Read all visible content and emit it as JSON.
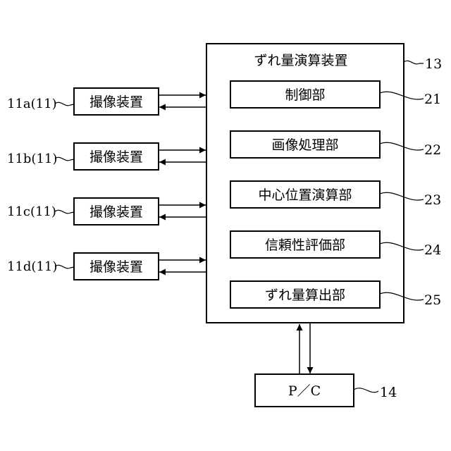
{
  "main_unit": {
    "title": "ずれ量演算装置",
    "ref": "13"
  },
  "sub_units": [
    {
      "label": "制御部",
      "ref": "21"
    },
    {
      "label": "画像処理部",
      "ref": "22"
    },
    {
      "label": "中心位置演算部",
      "ref": "23"
    },
    {
      "label": "信頼性評価部",
      "ref": "24"
    },
    {
      "label": "ずれ量算出部",
      "ref": "25"
    }
  ],
  "cameras": [
    {
      "label": "撮像装置",
      "ref": "11a(11)"
    },
    {
      "label": "撮像装置",
      "ref": "11b(11)"
    },
    {
      "label": "撮像装置",
      "ref": "11c(11)"
    },
    {
      "label": "撮像装置",
      "ref": "11d(11)"
    }
  ],
  "pc": {
    "label": "P／C",
    "ref": "14"
  }
}
